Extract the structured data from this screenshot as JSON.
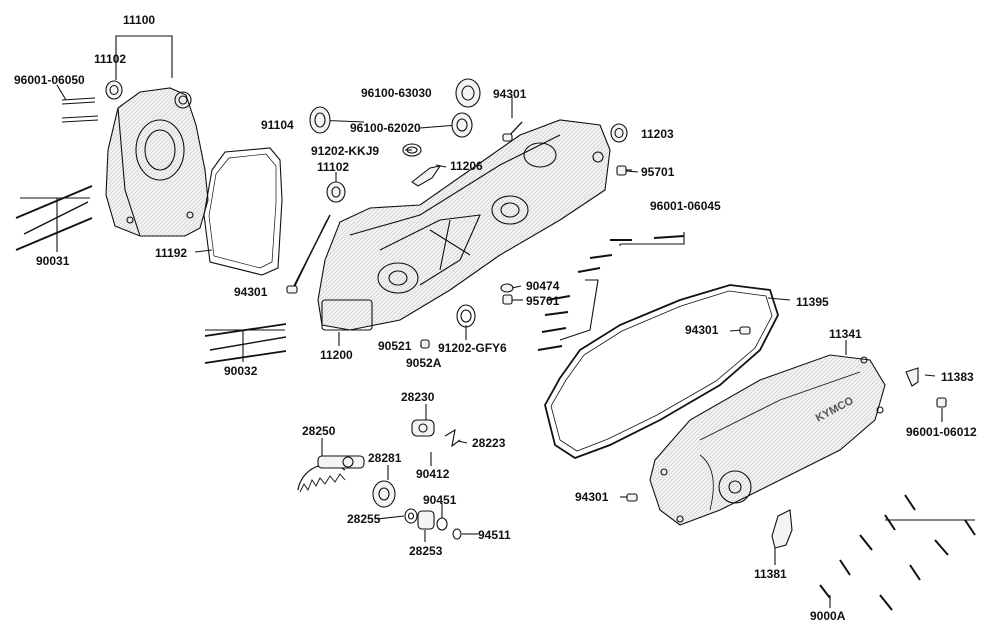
{
  "labels": {
    "l11100": "11100",
    "l11102a": "11102",
    "l96001_06050": "96001-06050",
    "l90031": "90031",
    "l11192": "11192",
    "l96100_63030": "96100-63030",
    "l94301a": "94301",
    "l91104": "91104",
    "l96100_62020": "96100-62020",
    "l11203": "11203",
    "l91202_kkj9": "91202-KKJ9",
    "l11206": "11206",
    "l11102b": "11102",
    "l95701a": "95701",
    "l96001_06045": "96001-06045",
    "l94301b": "94301",
    "l90474": "90474",
    "l95701b": "95701",
    "l11395": "11395",
    "l94301c": "94301",
    "l11341": "11341",
    "l90521": "90521",
    "l91202_gfy6": "91202-GFY6",
    "l11200": "11200",
    "l9052a": "9052A",
    "l90032": "90032",
    "l11383": "11383",
    "l28230": "28230",
    "l28250": "28250",
    "l28223": "28223",
    "l96001_06012": "96001-06012",
    "l28281": "28281",
    "l90412": "90412",
    "l90451": "90451",
    "l94301d": "94301",
    "l28255": "28255",
    "l94511": "94511",
    "l28253": "28253",
    "l11381": "11381",
    "l9000a": "9000A"
  },
  "cover_logo": "KYMCO"
}
